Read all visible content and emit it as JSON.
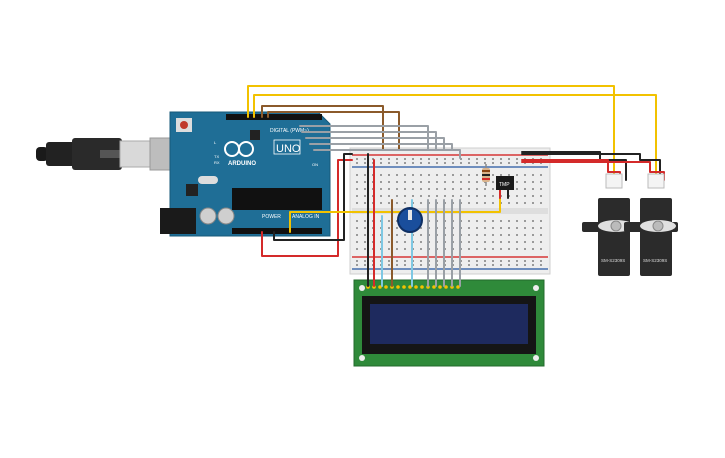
{
  "arduino": {
    "brand": "ARDUINO",
    "model": "UNO",
    "digital_label": "DIGITAL (PWM~)",
    "power_label": "POWER",
    "analog_label": "ANALOG IN",
    "tx_label": "TX",
    "rx_label": "RX",
    "l_label": "L",
    "on_label": "ON"
  },
  "sensor": {
    "label": "TMP"
  },
  "servos": [
    {
      "label": "SM-S2309S"
    },
    {
      "label": "SM-S2309S"
    }
  ],
  "colors": {
    "arduino_board": "#1f6e96",
    "breadboard": "#eeeeee",
    "lcd_board": "#2f8a3a",
    "lcd_screen": "#1e2a5e",
    "wire_yellow": "#f2c200",
    "wire_red": "#d42a2a",
    "wire_black": "#222222",
    "wire_brown": "#8b5a2b",
    "wire_gray": "#9aa0a6",
    "wire_light_blue": "#7ec8e3",
    "potentiometer": "#1a4e9c",
    "servo_body": "#2b2b2b"
  }
}
